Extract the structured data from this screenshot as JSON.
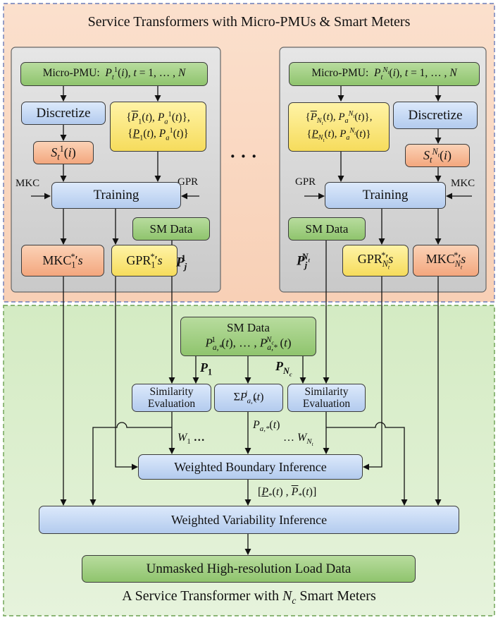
{
  "top_region": {
    "title": "Service Transformers with Micro-PMUs & Smart Meters",
    "ellipsis": "· · ·",
    "left_panel": {
      "micro_pmu": "Micro-PMU: P_t^1(i), t = 1, …, N",
      "discretize": "Discretize",
      "state": "S_t^1(i)",
      "bounds_line1": "{P̄_1(t), P_a^1(t)},",
      "bounds_line2": "{P_1(t), P_a^1(t)}",
      "mkc_input": "MKC",
      "gpr_input": "GPR",
      "training": "Training",
      "sm_data": "SM Data",
      "mkc_out": "MKC*_1's",
      "gpr_out": "GPR*_1's",
      "p_label": "P_j^1"
    },
    "right_panel": {
      "micro_pmu": "Micro-PMU: P_t^{N_t}(i), t = 1, …, N",
      "discretize": "Discretize",
      "state": "S_t^{N_t}(i)",
      "bounds_line1": "{P̄_{N_t}(t), P_a^{N_t}(t)},",
      "bounds_line2": "{P_{N_t}(t), P_a^{N_t}(t)}",
      "mkc_input": "MKC",
      "gpr_input": "GPR",
      "training": "Training",
      "sm_data": "SM Data",
      "mkc_out": "MKC*_{N_t}'s",
      "gpr_out": "GPR*_{N_t}'s",
      "p_label": "P_j^{N_t}"
    }
  },
  "bottom_region": {
    "sm_data_title": "SM Data",
    "sm_data_series": "P_{a,*}^1(t), …, P_{a,*}^{N_c}(t)",
    "p1_label": "P_1",
    "pnc_label": "P_{N_c}",
    "similarity_left": [
      "Similarity",
      "Evaluation"
    ],
    "similarity_right": [
      "Similarity",
      "Evaluation"
    ],
    "sum_box": "ΣP_{a,*}^i(t)",
    "w1_label": "W_1 …",
    "pa_label": "P_{a,*}(t)",
    "wnt_label": "… W_{N_t}",
    "boundary": "Weighted Boundary Inference",
    "interval_label": "[P_*(t) , P̄_*(t)]",
    "variability": "Weighted Variability Inference",
    "output": "Unmasked High-resolution Load Data",
    "caption_prefix": "A Service Transformer with",
    "caption_var": "N",
    "caption_sub": "c",
    "caption_suffix": "Smart Meters"
  }
}
